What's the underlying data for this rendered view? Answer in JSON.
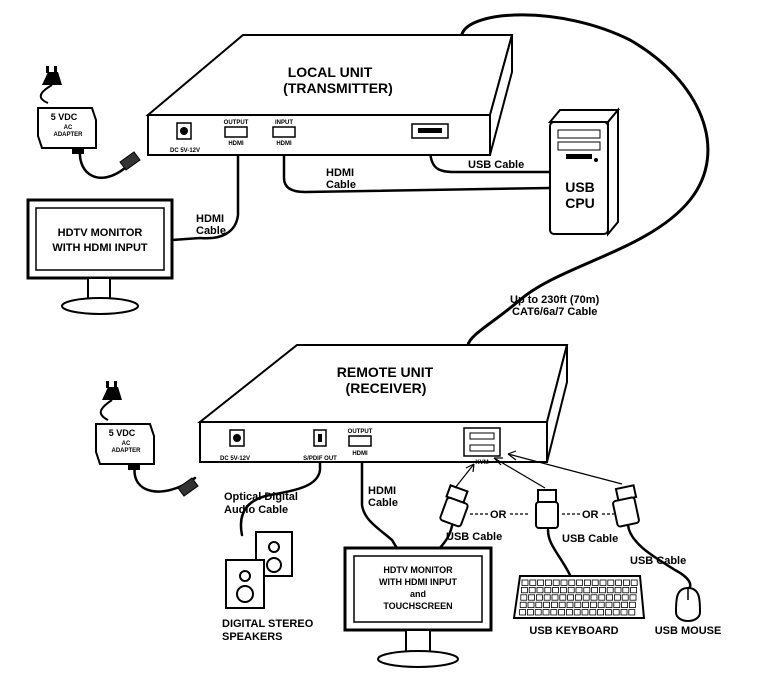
{
  "local_unit": {
    "title_line1": "LOCAL UNIT",
    "title_line2": "(TRANSMITTER)",
    "dc_port": "DC 5V-12V",
    "output_label": "OUTPUT",
    "output_port": "HDMI",
    "input_label": "INPUT",
    "input_port": "HDMI"
  },
  "remote_unit": {
    "title_line1": "REMOTE UNIT",
    "title_line2": "(RECEIVER)",
    "dc_port": "DC 5V-12V",
    "spdif_port": "S/PDIF OUT",
    "output_label": "OUTPUT",
    "output_port": "HDMI",
    "kvm_port": "KVM"
  },
  "adapter": {
    "line1": "5 VDC",
    "line2": "AC",
    "line3": "ADAPTER"
  },
  "local_monitor": {
    "line1": "HDTV MONITOR",
    "line2": "WITH HDMI INPUT"
  },
  "cpu": {
    "line1": "USB",
    "line2": "CPU"
  },
  "cables": {
    "hdmi_local_monitor": [
      "HDMI",
      "Cable"
    ],
    "hdmi_cpu": [
      "HDMI",
      "Cable"
    ],
    "usb_cpu": "USB Cable",
    "cat": [
      "Up to 230ft (70m)",
      "CAT6/6a/7 Cable"
    ],
    "optical": [
      "Optical Digital",
      "Audio Cable"
    ],
    "hdmi_remote": [
      "HDMI",
      "Cable"
    ],
    "usb_touch": "USB Cable",
    "usb_keyboard": "USB Cable",
    "usb_mouse": "USB Cable"
  },
  "or_label": "OR",
  "speakers": {
    "line1": "DIGITAL STEREO",
    "line2": "SPEAKERS"
  },
  "remote_monitor": {
    "line1": "HDTV MONITOR",
    "line2": "WITH HDMI INPUT",
    "line3": "and",
    "line4": "TOUCHSCREEN"
  },
  "keyboard_label": "USB KEYBOARD",
  "mouse_label": "USB MOUSE"
}
